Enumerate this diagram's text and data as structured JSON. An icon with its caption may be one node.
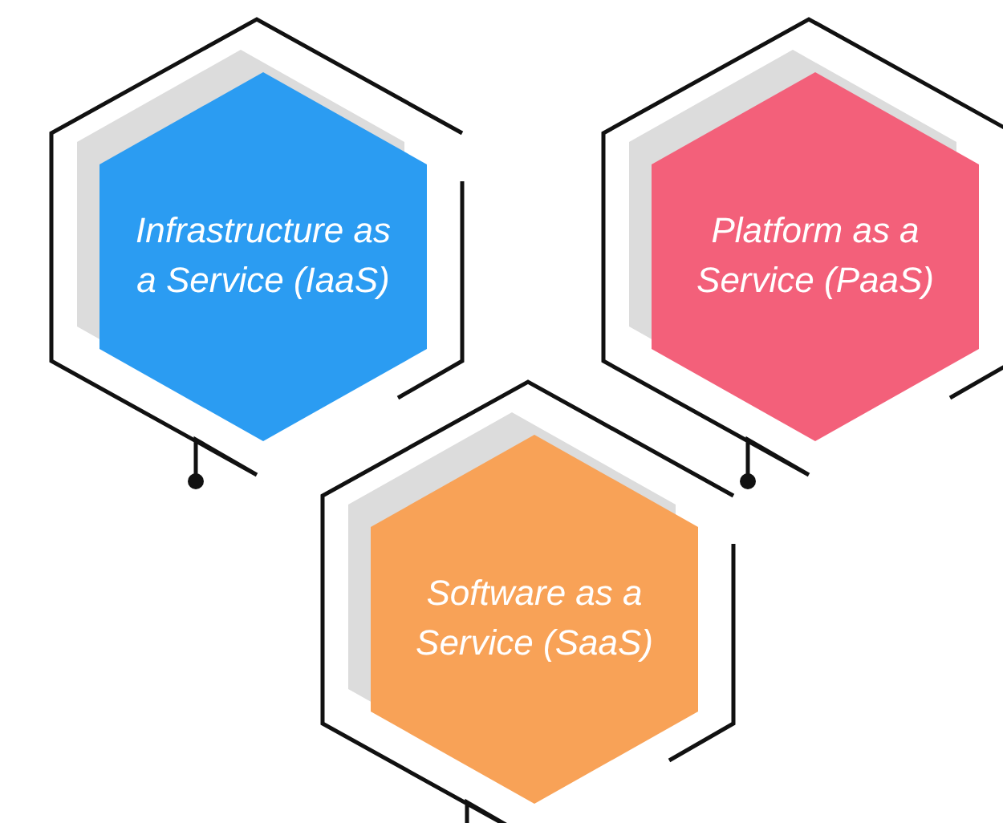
{
  "diagram": {
    "nodes": [
      {
        "text": [
          "Infrastructure as a Service (IaaS)"
        ]
      },
      {
        "text": [
          "Platform as a Service (PaaS)"
        ]
      },
      {
        "text": [
          "Software as a Service (SaaS)"
        ]
      }
    ]
  }
}
